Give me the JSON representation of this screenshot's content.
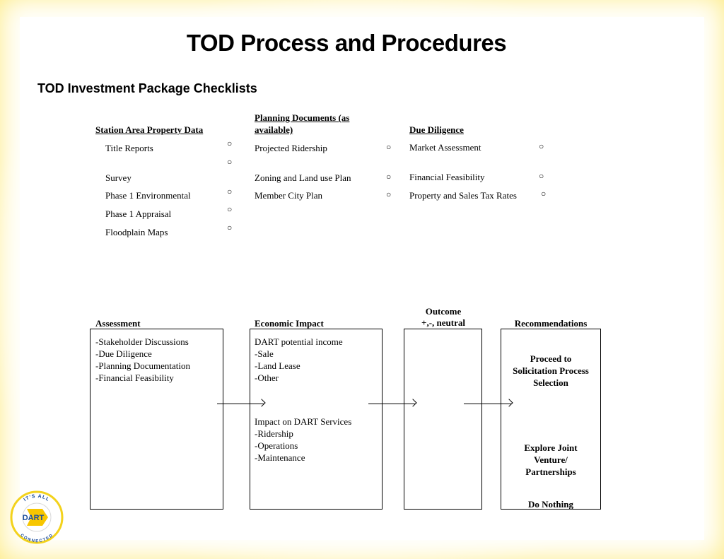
{
  "title": "TOD Process and Procedures",
  "subtitle": "TOD Investment Package Checklists",
  "checklist": {
    "col1": {
      "header": "Station Area Property Data",
      "items": [
        "Title Reports",
        "Survey",
        "Phase 1 Environmental",
        "Phase 1 Appraisal",
        "Floodplain Maps"
      ]
    },
    "col2": {
      "header_line1": "Planning Documents (as",
      "header_line2": "available)",
      "items": [
        "Projected Ridership",
        "Zoning and Land use Plan",
        "Member City Plan"
      ]
    },
    "col3": {
      "header": "Due Diligence",
      "items": [
        "Market Assessment",
        "Financial Feasibility",
        "Property and Sales Tax Rates"
      ]
    },
    "bullet": "○"
  },
  "process": {
    "assessment": {
      "header": "Assessment",
      "lines": [
        "-Stakeholder Discussions",
        "-Due Diligence",
        "-Planning Documentation",
        "-Financial Feasibility"
      ]
    },
    "economic": {
      "header": "Economic Impact",
      "lines_a": [
        "DART potential income",
        "-Sale",
        "-Land Lease",
        "-Other"
      ],
      "lines_b": [
        "Impact on DART Services",
        "-Ridership",
        "-Operations",
        "-Maintenance"
      ]
    },
    "outcome": {
      "header_line1": "Outcome",
      "header_line2": "+,-, neutral"
    },
    "recommendations": {
      "header": "Recommendations",
      "option1": [
        "Proceed to",
        "Solicitation Process",
        "Selection"
      ],
      "option2": [
        "Explore Joint",
        "Venture/",
        "Partnerships"
      ],
      "option3": "Do Nothing"
    }
  },
  "logo": {
    "text": "DART",
    "ring_top": "IT'S ALL",
    "ring_bottom": "CONNECTED",
    "colors": {
      "ring": "#f3d21c",
      "blue": "#1a4c9c",
      "yellow": "#f7c600"
    }
  }
}
